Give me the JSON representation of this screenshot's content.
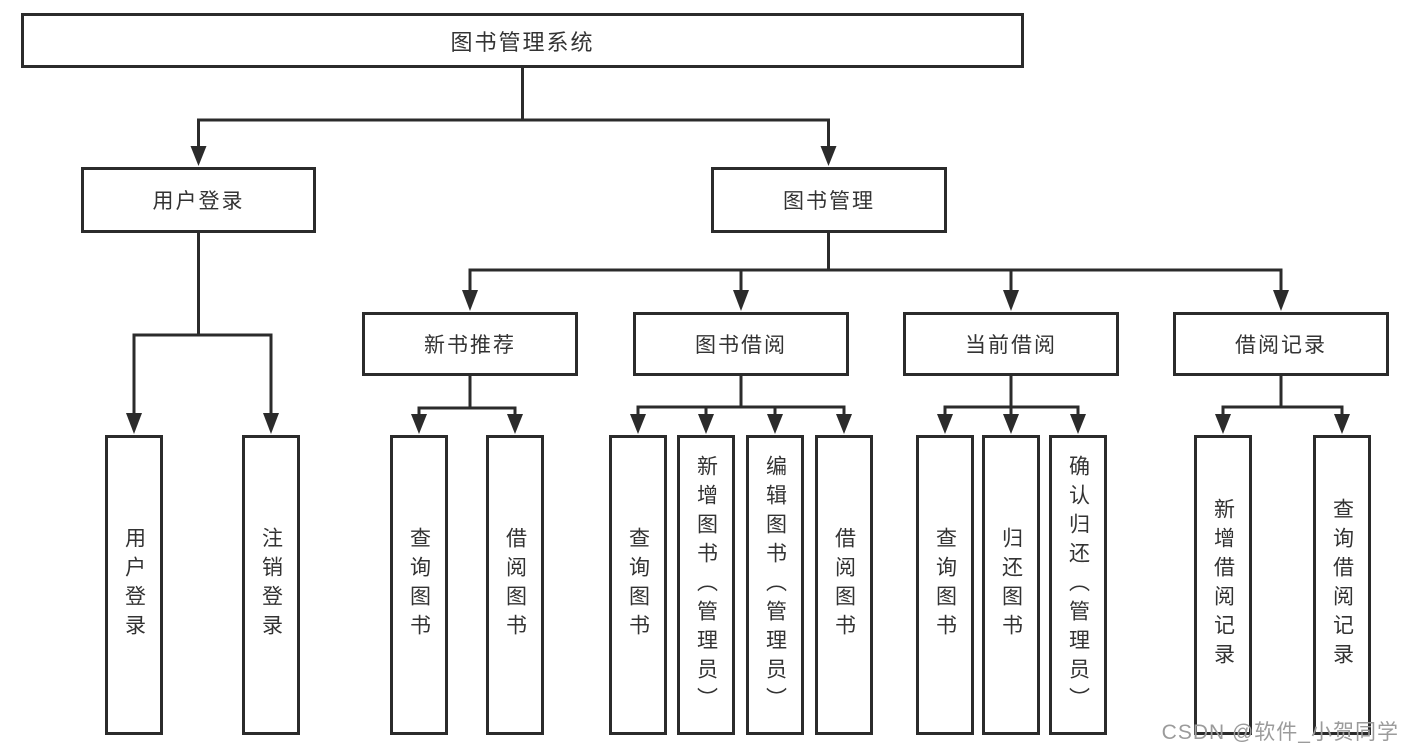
{
  "diagram_type": "tree",
  "nodes": {
    "root": "图书管理系统",
    "user_login": "用户登录",
    "book_mgmt": "图书管理",
    "new_book_rec": "新书推荐",
    "book_borrow": "图书借阅",
    "current_borrow": "当前借阅",
    "borrow_record": "借阅记录",
    "leaves": {
      "user_login": [
        "用户登录",
        "注销登录"
      ],
      "new_book_rec": [
        "查询图书",
        "借阅图书"
      ],
      "book_borrow": [
        "查询图书",
        "新增图书（管理员）",
        "编辑图书（管理员）",
        "借阅图书"
      ],
      "current_borrow": [
        "查询图书",
        "归还图书",
        "确认归还（管理员）"
      ],
      "borrow_record": [
        "新增借阅记录",
        "查询借阅记录"
      ]
    }
  },
  "watermark": {
    "text": "CSDN @软件_小贺同学",
    "color": "#9b9b9b"
  },
  "colors": {
    "line": "#2b2b2b",
    "box_border": "#2b2b2b",
    "text": "#333333",
    "background": "#ffffff"
  }
}
